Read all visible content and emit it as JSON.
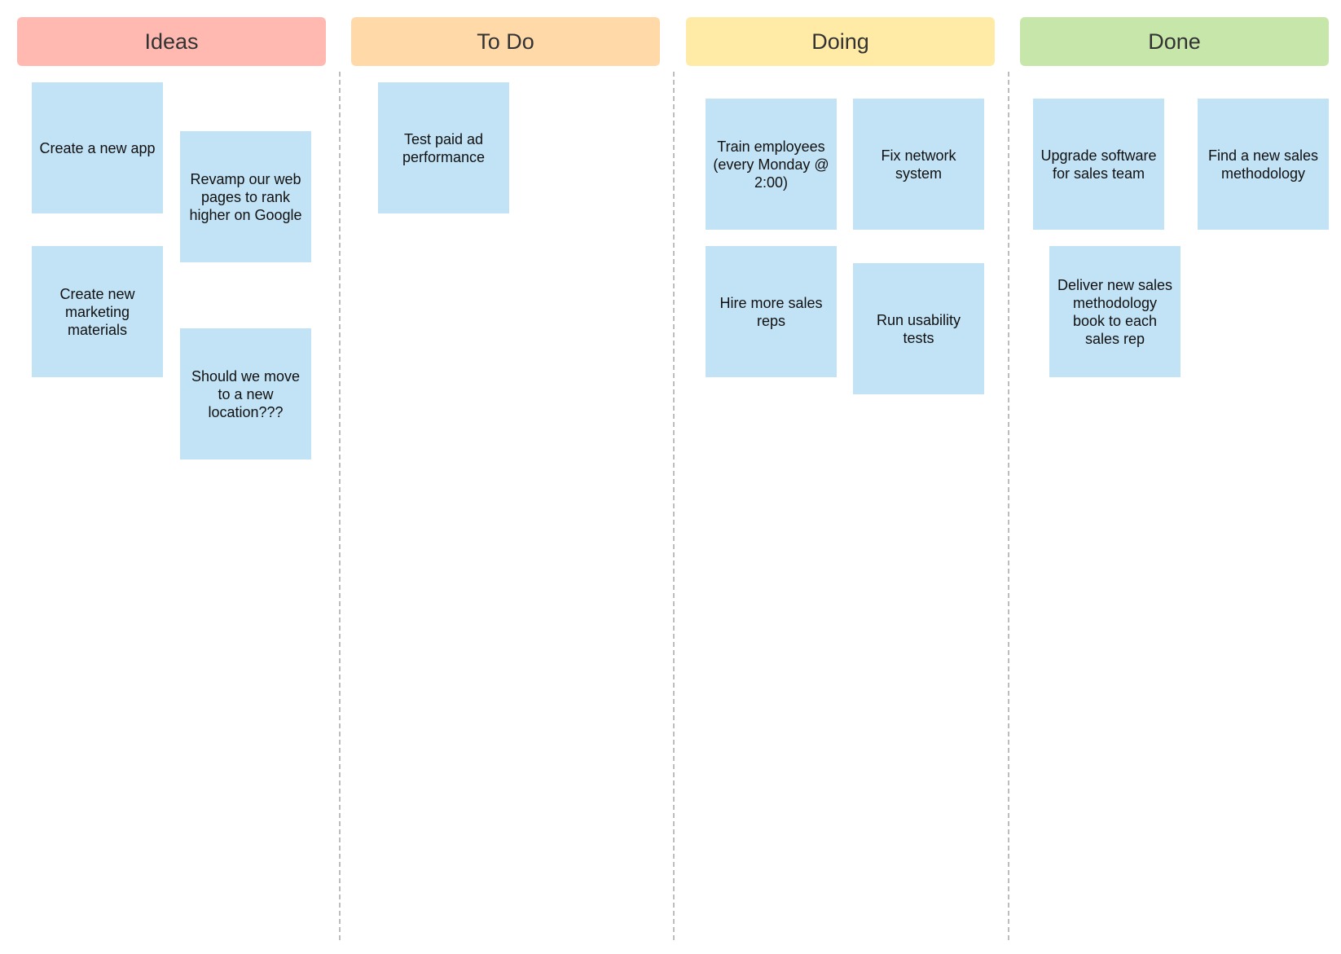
{
  "columns": [
    {
      "title": "Ideas",
      "color": "#ffb9b0"
    },
    {
      "title": "To Do",
      "color": "#ffd9a8"
    },
    {
      "title": "Doing",
      "color": "#ffeba6"
    },
    {
      "title": "Done",
      "color": "#c6e7a9"
    }
  ],
  "note_color": "#c2e2f5",
  "notes": {
    "ideas": [
      "Create a new app",
      "Revamp our web pages to rank higher on Google",
      "Create new marketing materials",
      "Should we move to a new location???"
    ],
    "todo": [
      "Test paid ad performance"
    ],
    "doing": [
      "Train employees (every Monday @ 2:00)",
      "Fix network system",
      "Hire more sales reps",
      "Run usability tests"
    ],
    "done": [
      "Upgrade software for sales team",
      "Find a new sales methodology",
      "Deliver new sales methodology book to each sales rep"
    ]
  }
}
